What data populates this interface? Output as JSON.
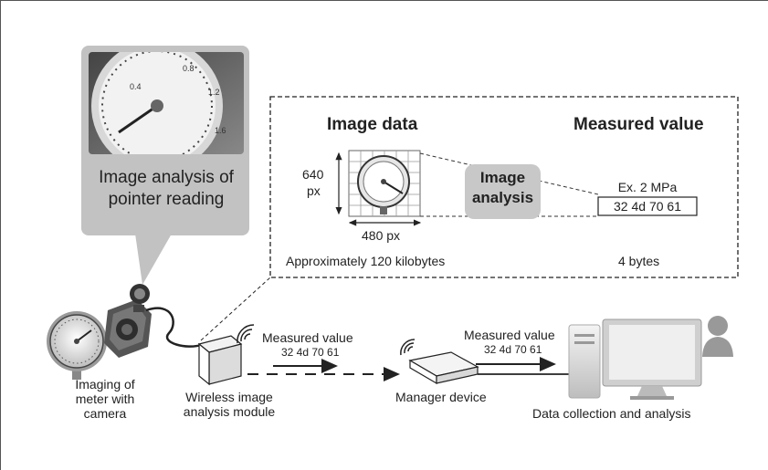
{
  "callout": {
    "caption_line1": "Image analysis of",
    "caption_line2": "pointer reading"
  },
  "detail_box": {
    "image_data_title": "Image data",
    "measured_value_title": "Measured value",
    "height_label_value": "640",
    "height_label_unit": "px",
    "width_label": "480 px",
    "analysis_label_line1": "Image",
    "analysis_label_line2": "analysis",
    "example_label": "Ex. 2 MPa",
    "hex_value": "32 4d 70 61",
    "image_size": "Approximately 120 kilobytes",
    "value_size": "4 bytes"
  },
  "flow": {
    "camera_line1": "Imaging of",
    "camera_line2": "meter with",
    "camera_line3": "camera",
    "module_line1": "Wireless image",
    "module_line2": "analysis module",
    "arrow1_label": "Measured value",
    "arrow1_hex": "32 4d 70 61",
    "manager_label": "Manager device",
    "arrow2_label": "Measured value",
    "arrow2_hex": "32 4d 70 61",
    "pc_label": "Data collection and analysis"
  },
  "colors": {
    "callout_gray": "#c2c2c2",
    "analysis_box_gray": "#c8c8c8",
    "line": "#222222"
  }
}
